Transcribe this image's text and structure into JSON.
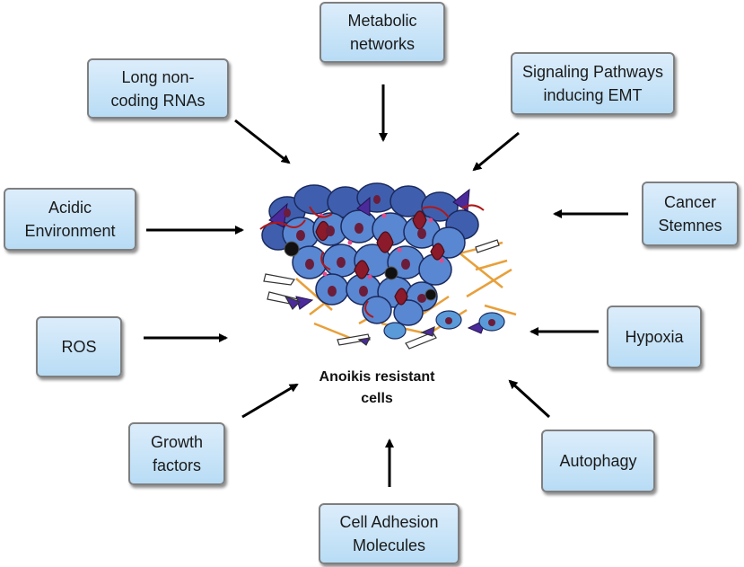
{
  "center": {
    "label": "Anoikis resistant\ncells"
  },
  "factors": [
    {
      "id": "metabolic",
      "label": "Metabolic\nnetworks"
    },
    {
      "id": "lncrna",
      "label": "Long non-\ncoding RNAs"
    },
    {
      "id": "signaling",
      "label": "Signaling Pathways\ninducing EMT"
    },
    {
      "id": "acidic",
      "label": "Acidic\nEnvironment"
    },
    {
      "id": "stemness",
      "label": "Cancer\nStemnes"
    },
    {
      "id": "ros",
      "label": "ROS"
    },
    {
      "id": "hypoxia",
      "label": "Hypoxia"
    },
    {
      "id": "growth",
      "label": "Growth\nfactors"
    },
    {
      "id": "autophagy",
      "label": "Autophagy"
    },
    {
      "id": "adhesion",
      "label": "Cell Adhesion\nMolecules"
    }
  ],
  "colors": {
    "box_fill_top": "#dcedfb",
    "box_fill_bottom": "#b8dcf5",
    "box_border": "#7f7f7f",
    "arrow": "#000000",
    "cell_blue": "#4f79c4",
    "cell_dark_blue": "#2a3f8a",
    "cell_red": "#8b1a2a",
    "nucleus": "#6b1d3a",
    "fiber": "#e8a03a",
    "filament": "#b01818"
  }
}
